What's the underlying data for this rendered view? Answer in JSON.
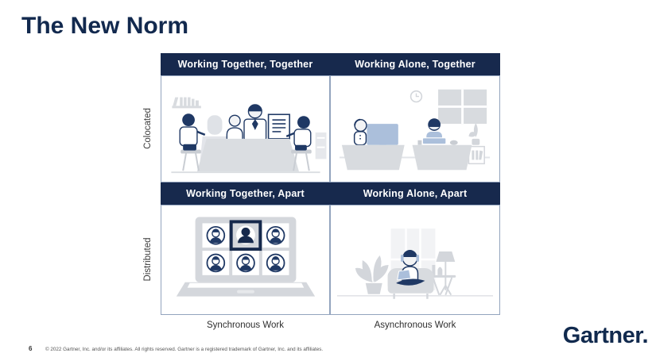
{
  "slide": {
    "title": "The New Norm",
    "page_number": "6",
    "copyright_text": "© 2022 Gartner, Inc. and/or its affiliates. All rights reserved. Gartner is a registered trademark of Gartner, Inc. and its affiliates.",
    "logo_text": "Gartner."
  },
  "matrix": {
    "row_labels": [
      "Colocated",
      "Distributed"
    ],
    "col_labels": [
      "Synchronous Work",
      "Asynchronous Work"
    ],
    "quadrants": [
      {
        "label": "Working Together, Together",
        "illustration": "meeting-room-group"
      },
      {
        "label": "Working Alone, Together",
        "illustration": "two-desks-office"
      },
      {
        "label": "Working Together, Apart",
        "illustration": "laptop-video-call"
      },
      {
        "label": "Working Alone, Apart",
        "illustration": "person-armchair-home"
      }
    ]
  },
  "colors": {
    "header_navy": "#17294D",
    "title_navy": "#12294E",
    "cell_border": "#93A4BE",
    "illustration_navy": "#1F3864",
    "illustration_gray": "#D8DBDF",
    "illustration_blue": "#ABBFDB",
    "header_text": "#FFFFFF"
  }
}
